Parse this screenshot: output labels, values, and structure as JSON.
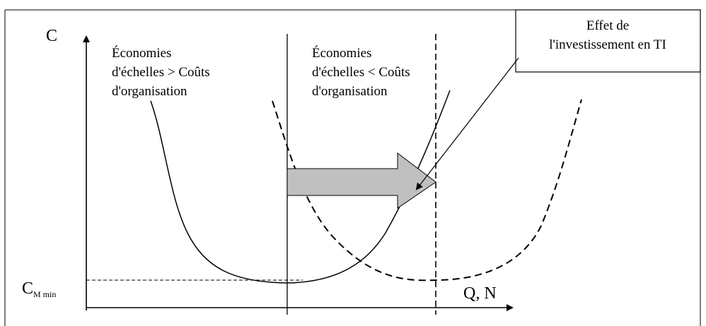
{
  "axes": {
    "y_label": "C",
    "x_label": "Q, N",
    "cmin_label": "C",
    "cmin_subscript": "M min"
  },
  "regions": {
    "left_line1": "Économies",
    "left_line2": "d'échelles > Coûts",
    "left_line3": "d'organisation",
    "right_line1": "Économies",
    "right_line2": "d'échelles < Coûts",
    "right_line3": "d'organisation"
  },
  "callout": {
    "line1": "Effet de",
    "line2": "l'investissement en TI"
  },
  "colors": {
    "ink": "#000000",
    "arrow_fill": "#c0c0c0"
  }
}
